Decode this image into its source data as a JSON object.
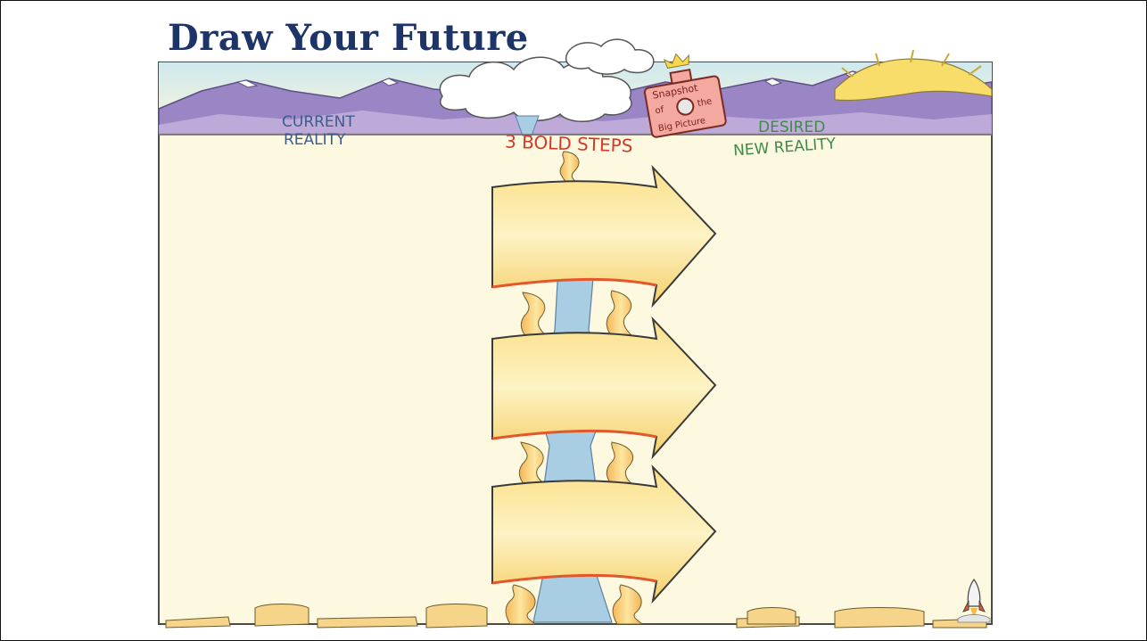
{
  "page": {
    "title": "Draw Your Future"
  },
  "poster": {
    "labels": {
      "current_reality": [
        "CURRENT",
        "REALITY"
      ],
      "bold_steps": "3 BOLD STEPS",
      "desired_new_reality": [
        "DESIRED",
        "NEW REALITY"
      ]
    },
    "snapshot": {
      "lines": [
        "Snapshot",
        "of",
        "the",
        "Big Picture"
      ]
    },
    "colors": {
      "title": "#1d3468",
      "sky": "#d6ecf0",
      "mountains": "#9a86c4",
      "paper": "#fdf9e0",
      "arrow_fill": "#fbe9a6",
      "arrow_edge": "#e2572b",
      "river": "#a9cde3",
      "label_blue": "#3d5c8c",
      "label_red": "#d23b2b",
      "label_green": "#3f8a4a"
    },
    "icons": [
      "camera-icon",
      "sun-icon",
      "rocket-icon",
      "cloud-icon"
    ]
  }
}
